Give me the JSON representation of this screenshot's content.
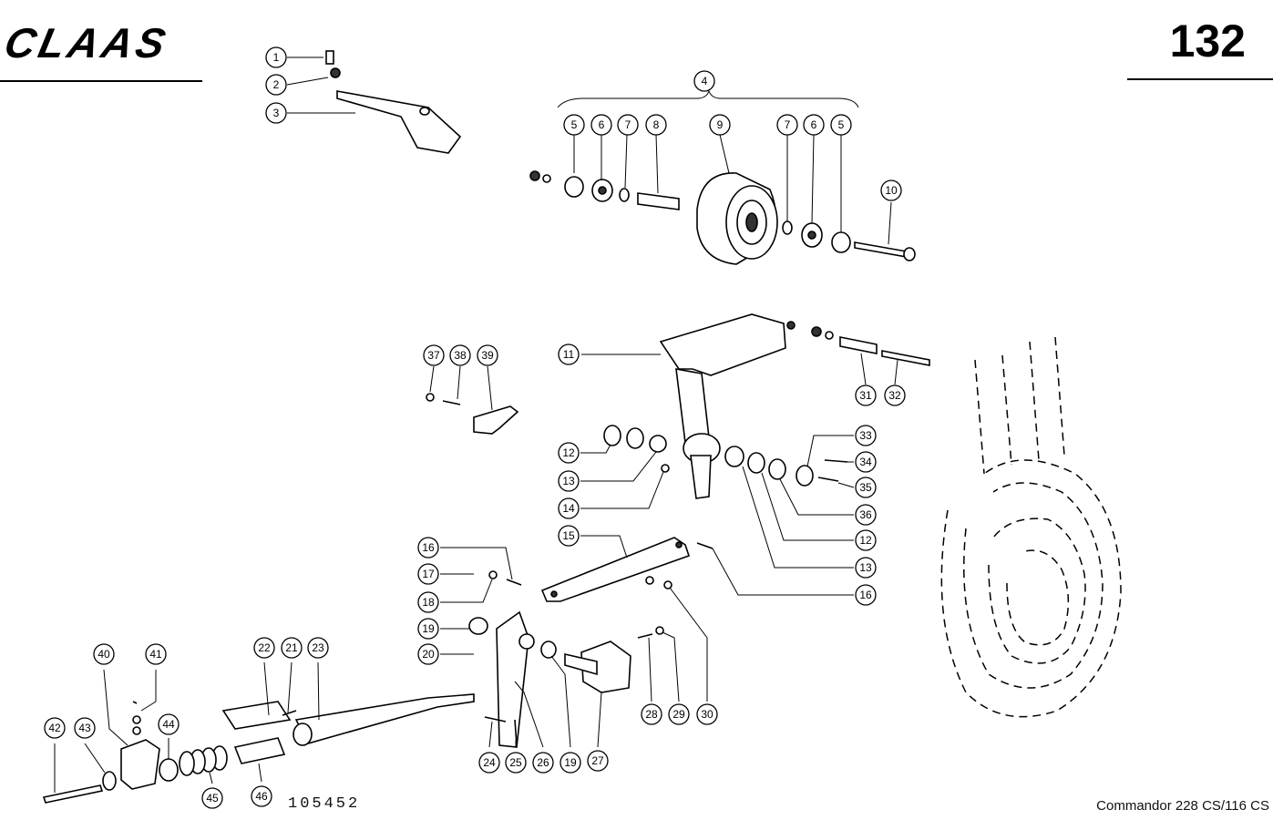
{
  "header": {
    "brand": "CLAAS",
    "page_number": "132"
  },
  "footer": {
    "drawing_number": "105452",
    "model": "Commandor 228 CS/116 CS"
  },
  "callouts": [
    "1",
    "2",
    "3",
    "4",
    "5",
    "6",
    "7",
    "8",
    "9",
    "7",
    "6",
    "5",
    "10",
    "11",
    "37",
    "38",
    "39",
    "31",
    "32",
    "12",
    "13",
    "14",
    "33",
    "34",
    "35",
    "36",
    "12",
    "13",
    "16",
    "15",
    "16",
    "17",
    "18",
    "19",
    "20",
    "30",
    "22",
    "21",
    "23",
    "40",
    "41",
    "28",
    "29",
    "42",
    "43",
    "44",
    "24",
    "25",
    "26",
    "19",
    "27",
    "45",
    "46"
  ]
}
